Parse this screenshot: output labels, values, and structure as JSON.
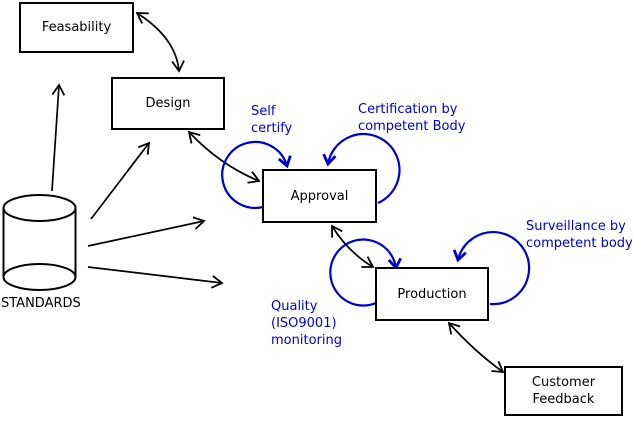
{
  "colors": {
    "connector_black": "#000000",
    "accent_blue": "#0000cc",
    "background": "#ffffff"
  },
  "boxes": {
    "feasability": "Feasability",
    "design": "Design",
    "approval": "Approval",
    "production": "Production",
    "customer_feedback": "Customer\nFeedback"
  },
  "datastore": {
    "label": "STANDARDS"
  },
  "annotations": {
    "self_certify": "Self\ncertify",
    "certification": "Certification by\ncompetent Body",
    "surveillance": "Surveillance by\ncompetent body",
    "quality": "Quality\n(ISO9001)\nmonitoring"
  }
}
